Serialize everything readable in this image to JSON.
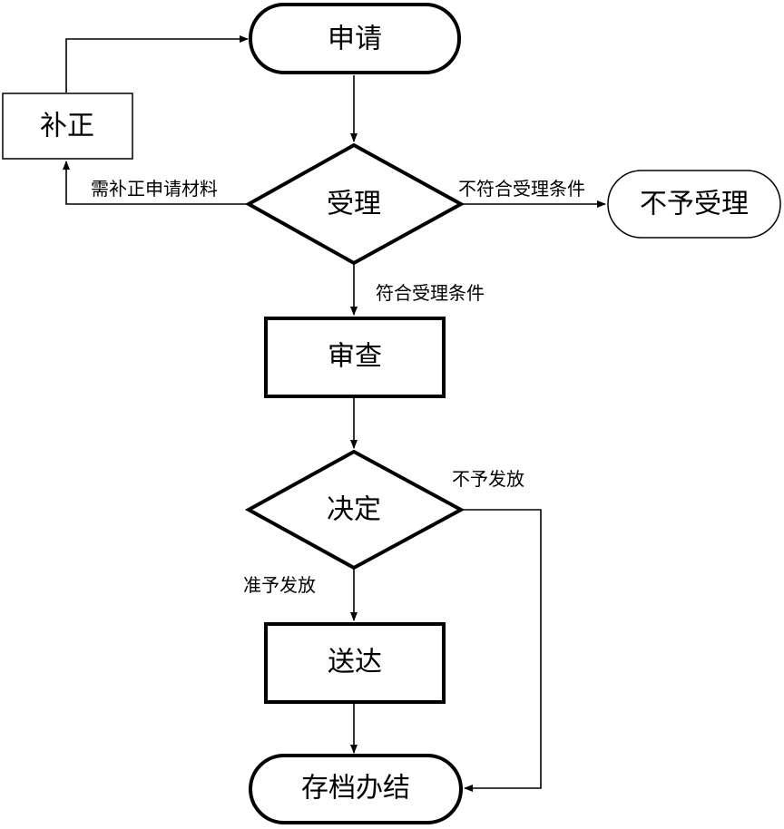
{
  "nodes": {
    "apply": "申请",
    "correct": "补正",
    "accept": "受理",
    "reject": "不予受理",
    "review": "审查",
    "decide": "决定",
    "deliver": "送达",
    "archive": "存档办结"
  },
  "edges": {
    "need_correction": "需补正申请材料",
    "not_meet_conditions": "不符合受理条件",
    "meet_conditions": "符合受理条件",
    "not_issue": "不予发放",
    "approve_issue": "准予发放"
  }
}
